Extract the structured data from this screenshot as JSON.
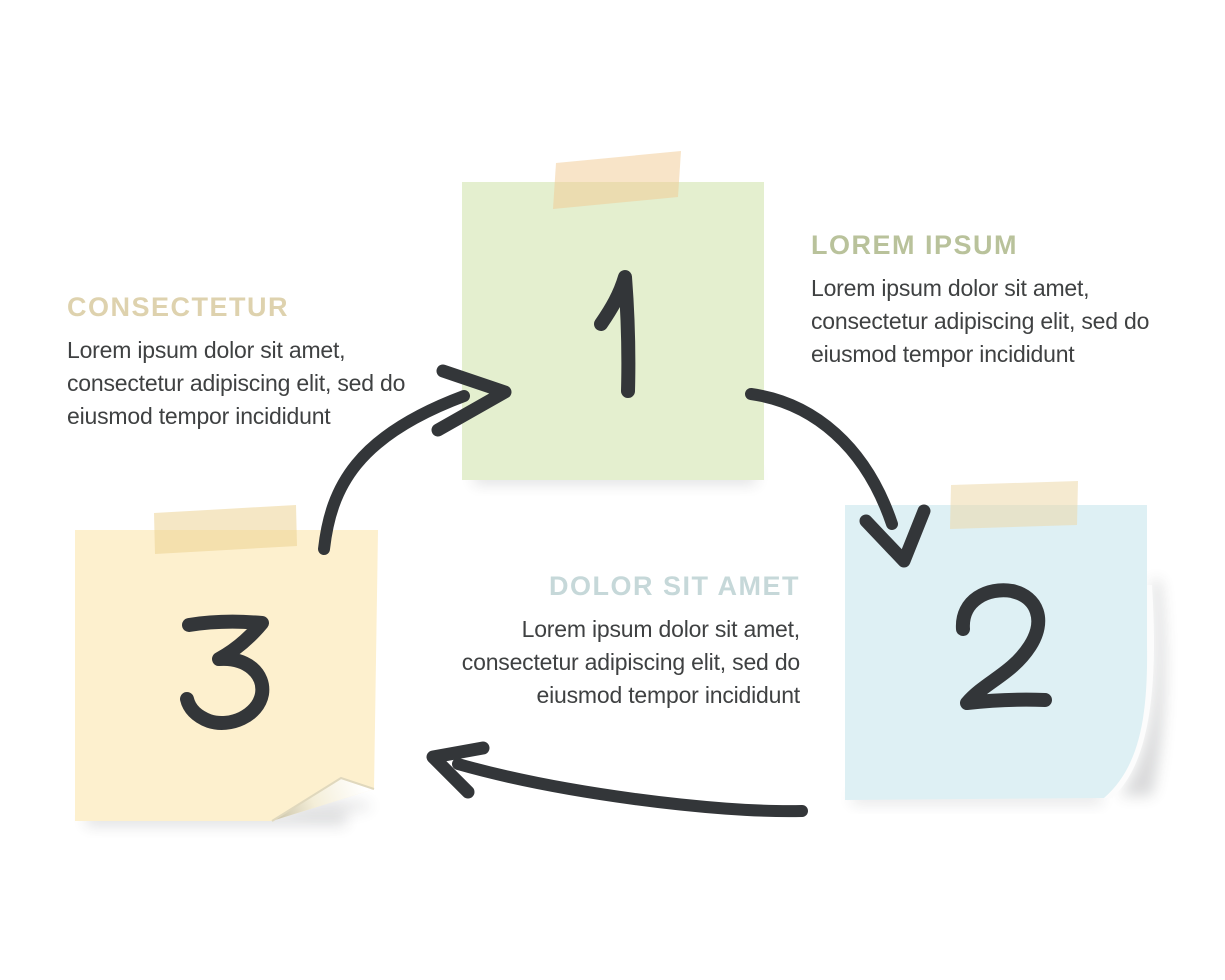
{
  "background_color": "#ffffff",
  "figure": {
    "type": "sticky-note-cycle-infographic",
    "ink_color": "#333639",
    "flow": [
      "3 → 1",
      "1 → 2",
      "2 → 3"
    ],
    "steps": [
      {
        "number": "1",
        "label": "LOREM IPSUM",
        "accent_color": "#b9c29b",
        "note_color": "#e4efcf",
        "tape_color": "rgba(241,201,145,0.5)",
        "description": [
          "Lorem ipsum dolor sit amet,",
          "consectetur adipiscing elit, sed do",
          "eiusmod tempor incididunt"
        ]
      },
      {
        "number": "2",
        "label": "DOLOR SIT AMET",
        "accent_color": "#c6d8d9",
        "note_color": "#def0f4",
        "tape_color": "rgba(237,217,169,0.55)",
        "description": [
          "Lorem ipsum dolor sit amet,",
          "consectetur adipiscing elit, sed do",
          "eiusmod tempor incididunt"
        ]
      },
      {
        "number": "3",
        "label": "CONSECTETUR",
        "accent_color": "#ded2ae",
        "note_color": "#fdf0ce",
        "tape_color": "rgba(236,207,140,0.5)",
        "description": [
          "Lorem ipsum dolor sit amet,",
          "consectetur adipiscing elit, sed do",
          "eiusmod tempor incididunt"
        ]
      }
    ]
  }
}
